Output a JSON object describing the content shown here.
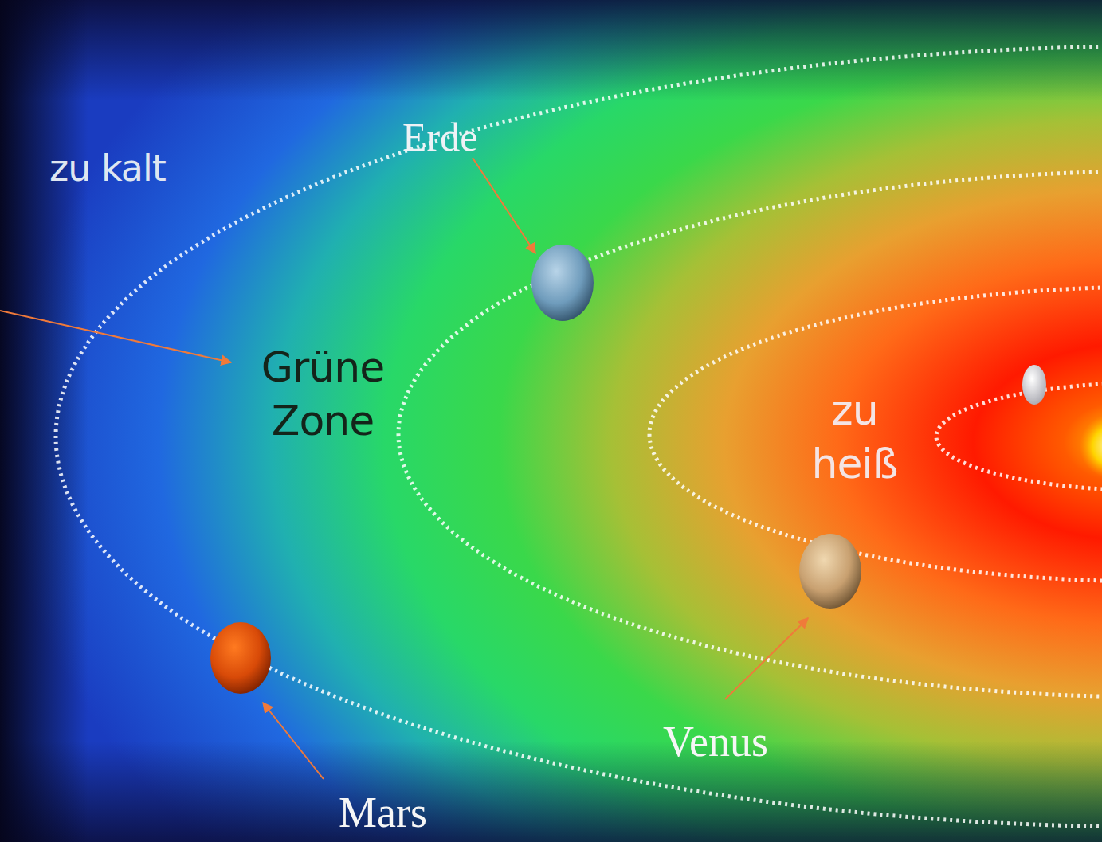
{
  "diagram": {
    "labels": [
      "zu kalt",
      "Grüne Zone",
      "zu heiß",
      "Erde",
      "Venus",
      "Mars"
    ]
  }
}
